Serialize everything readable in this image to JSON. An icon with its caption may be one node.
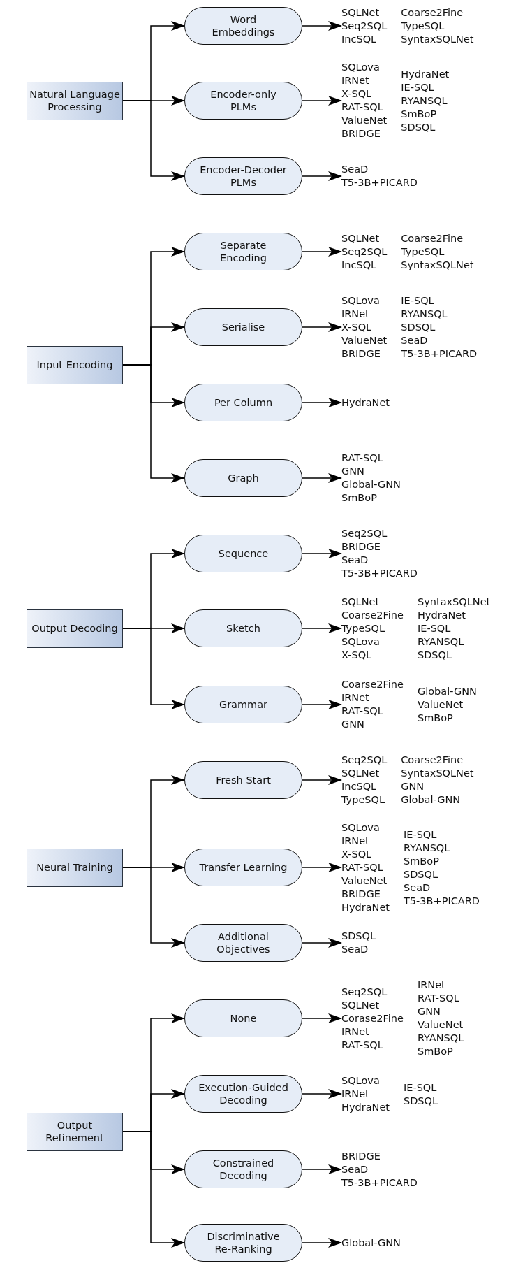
{
  "diagram": {
    "nodes": [
      {
        "text": [
          "Natural Language Processing"
        ]
      },
      {
        "text": [
          "Word Embeddings"
        ]
      },
      {
        "text": [
          "SQLNet Seq2SQL IncSQL",
          "Coarse2Fine TypeSQL SyntaxSQLNet"
        ]
      },
      {
        "text": [
          "Encoder-only PLMs"
        ]
      },
      {
        "text": [
          "SQLova IRNet X-SQL RAT-SQL ValueNet BRIDGE",
          "HydraNet IE-SQL RYANSQL SmBoP SDSQL"
        ]
      },
      {
        "text": [
          "Encoder-Decoder PLMs"
        ]
      },
      {
        "text": [
          "SeaD T5-3B+PICARD"
        ]
      },
      {
        "text": [
          "Input Encoding"
        ]
      },
      {
        "text": [
          "Separate Encoding"
        ]
      },
      {
        "text": [
          "SQLNet Seq2SQL IncSQL",
          "Coarse2Fine TypeSQL SyntaxSQLNet"
        ]
      },
      {
        "text": [
          "Serialise"
        ]
      },
      {
        "text": [
          "SQLova IRNet X-SQL ValueNet BRIDGE",
          "IE-SQL RYANSQL SDSQL SeaD T5-3B+PICARD"
        ]
      },
      {
        "text": [
          "Per Column"
        ]
      },
      {
        "text": [
          "HydraNet"
        ]
      },
      {
        "text": [
          "Graph"
        ]
      },
      {
        "text": [
          "RAT-SQL GNN Global-GNN SmBoP"
        ]
      },
      {
        "text": [
          "Output Decoding"
        ]
      },
      {
        "text": [
          "Sequence"
        ]
      },
      {
        "text": [
          "Seq2SQL BRIDGE SeaD T5-3B+PICARD"
        ]
      },
      {
        "text": [
          "Sketch"
        ]
      },
      {
        "text": [
          "SQLNet Coarse2Fine TypeSQL SQLova X-SQL",
          "SyntaxSQLNet HydraNet IE-SQL RYANSQL SDSQL"
        ]
      },
      {
        "text": [
          "Grammar"
        ]
      },
      {
        "text": [
          "Coarse2Fine IRNet RAT-SQL GNN",
          "Global-GNN ValueNet SmBoP"
        ]
      },
      {
        "text": [
          "Neural Training"
        ]
      },
      {
        "text": [
          "Fresh Start"
        ]
      },
      {
        "text": [
          "Seq2SQL SQLNet IncSQL TypeSQL",
          "Coarse2Fine SyntaxSQLNet GNN Global-GNN"
        ]
      },
      {
        "text": [
          "Transfer Learning"
        ]
      },
      {
        "text": [
          "SQLova IRNet X-SQL RAT-SQL ValueNet BRIDGE HydraNet",
          "IE-SQL RYANSQL SmBoP SDSQL SeaD T5-3B+PICARD"
        ]
      },
      {
        "text": [
          "Additional Objectives"
        ]
      },
      {
        "text": [
          "SDSQL SeaD"
        ]
      },
      {
        "text": [
          "Output Refinement"
        ]
      },
      {
        "text": [
          "None"
        ]
      },
      {
        "text": [
          "Seq2SQL SQLNet Corase2Fine IRNet RAT-SQL",
          "IRNet RAT-SQL GNN ValueNet RYANSQL SmBoP"
        ]
      },
      {
        "text": [
          "Execution-Guided Decoding"
        ]
      },
      {
        "text": [
          "SQLova IRNet HydraNet",
          "IE-SQL SDSQL"
        ]
      },
      {
        "text": [
          "Constrained Decoding"
        ]
      },
      {
        "text": [
          "BRIDGE SeaD T5-3B+PICARD"
        ]
      },
      {
        "text": [
          "Discriminative Re-Ranking"
        ]
      },
      {
        "text": [
          "Global-GNN"
        ]
      }
    ],
    "edges": [
      {
        "from": 0,
        "to": 1,
        "arrow": "to"
      },
      {
        "from": 1,
        "to": 2,
        "arrow": "to"
      },
      {
        "from": 0,
        "to": 3,
        "arrow": "to"
      },
      {
        "from": 3,
        "to": 4,
        "arrow": "to"
      },
      {
        "from": 0,
        "to": 5,
        "arrow": "to"
      },
      {
        "from": 5,
        "to": 6,
        "arrow": "to"
      },
      {
        "from": 7,
        "to": 8,
        "arrow": "to"
      },
      {
        "from": 8,
        "to": 9,
        "arrow": "to"
      },
      {
        "from": 7,
        "to": 10,
        "arrow": "to"
      },
      {
        "from": 10,
        "to": 11,
        "arrow": "to"
      },
      {
        "from": 7,
        "to": 12,
        "arrow": "to"
      },
      {
        "from": 12,
        "to": 13,
        "arrow": "to"
      },
      {
        "from": 7,
        "to": 14,
        "arrow": "to"
      },
      {
        "from": 14,
        "to": 15,
        "arrow": "to"
      },
      {
        "from": 16,
        "to": 17,
        "arrow": "to"
      },
      {
        "from": 17,
        "to": 18,
        "arrow": "to"
      },
      {
        "from": 16,
        "to": 19,
        "arrow": "to"
      },
      {
        "from": 19,
        "to": 20,
        "arrow": "to"
      },
      {
        "from": 16,
        "to": 21,
        "arrow": "to"
      },
      {
        "from": 21,
        "to": 22,
        "arrow": "to"
      },
      {
        "from": 23,
        "to": 24,
        "arrow": "to"
      },
      {
        "from": 24,
        "to": 25,
        "arrow": "to"
      },
      {
        "from": 23,
        "to": 26,
        "arrow": "to"
      },
      {
        "from": 26,
        "to": 27,
        "arrow": "to"
      },
      {
        "from": 23,
        "to": 28,
        "arrow": "to"
      },
      {
        "from": 28,
        "to": 29,
        "arrow": "to"
      },
      {
        "from": 30,
        "to": 31,
        "arrow": "to"
      },
      {
        "from": 31,
        "to": 32,
        "arrow": "to"
      },
      {
        "from": 30,
        "to": 33,
        "arrow": "to"
      },
      {
        "from": 33,
        "to": 34,
        "arrow": "to"
      },
      {
        "from": 30,
        "to": 35,
        "arrow": "to"
      },
      {
        "from": 35,
        "to": 36,
        "arrow": "to"
      },
      {
        "from": 30,
        "to": 37,
        "arrow": "to"
      },
      {
        "from": 37,
        "to": 38,
        "arrow": "to"
      }
    ]
  }
}
